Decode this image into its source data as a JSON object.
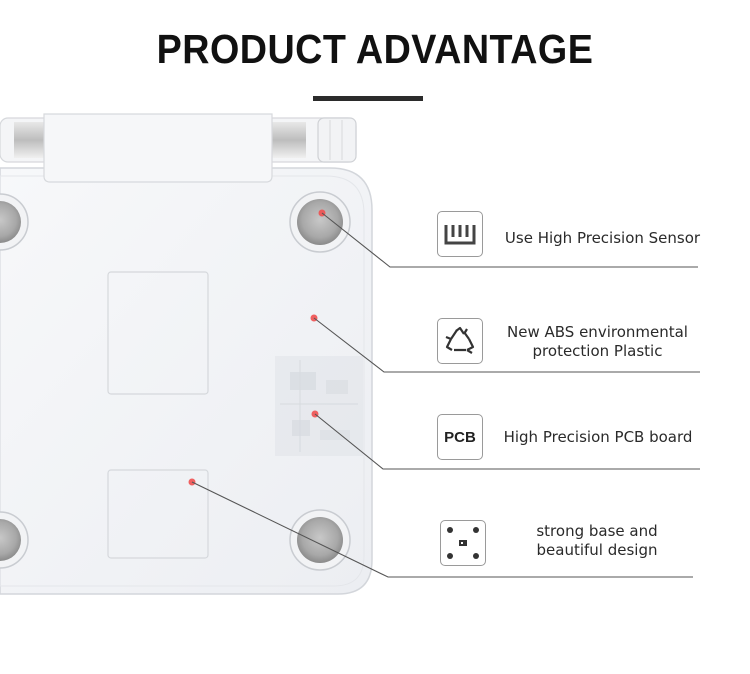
{
  "title": "PRODUCT ADVANTAGE",
  "features": [
    {
      "icon": "sensor-icon",
      "text": "Use High Precision Sensor"
    },
    {
      "icon": "recycle-icon",
      "text_line1": "New ABS environmental",
      "text_line2": "protection Plastic"
    },
    {
      "icon": "pcb-icon",
      "icon_label": "PCB",
      "text": "High Precision PCB board"
    },
    {
      "icon": "base-icon",
      "text_line1": "strong base and",
      "text_line2": "beautiful design"
    }
  ],
  "colors": {
    "accent_dot": "#f05050",
    "line": "#555555",
    "title": "#111111"
  }
}
